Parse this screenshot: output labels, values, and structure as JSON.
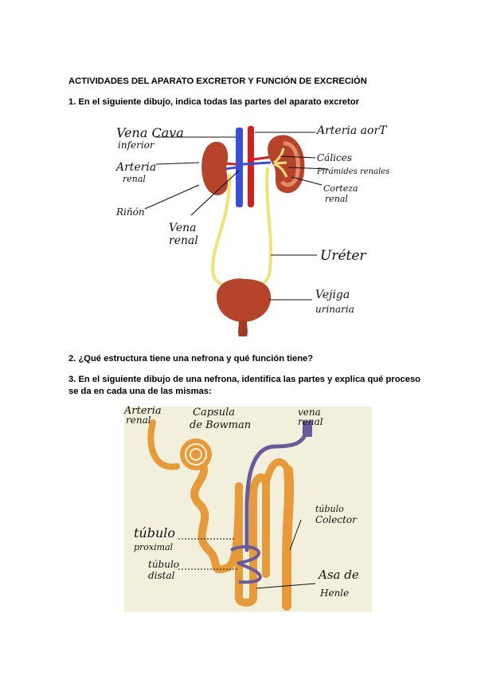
{
  "document": {
    "title": "ACTIVIDADES DEL APARATO EXCRETOR Y FUNCIÓN DE EXCRECIÓN",
    "q1": "1. En el siguiente dibujo, indica todas las partes del aparato excretor",
    "q2": "2. ¿Qué estructura tiene una nefrona y qué función tiene?",
    "q3_line1": "3. En el siguiente dibujo de una nefrona, identifica las partes y explica qué proceso",
    "q3_line2": "se da en cada una de las mismas:"
  },
  "excretor_labels": {
    "vena_cava_1": "Vena Cava",
    "vena_cava_2": "inferior",
    "arteria_aort": "Arteria aorT",
    "arteria_renal_1": "Arteria",
    "arteria_renal_2": "renal",
    "calices": "Cálices",
    "piramides": "Pirámides renales",
    "corteza_1": "Corteza",
    "corteza_2": "renal",
    "rinon": "Riñón",
    "vena_renal_1": "Vena",
    "vena_renal_2": "renal",
    "ureter": "Uréter",
    "vejiga_1": "Vejiga",
    "vejiga_2": "urinaria"
  },
  "nefrona_labels": {
    "arteria_renal_1": "Arteria",
    "arteria_renal_2": "renal",
    "capsula_1": "Capsula",
    "capsula_2": "de Bowman",
    "vena_renal_1": "vena",
    "vena_renal_2": "renal",
    "tubulo_colector_1": "túbulo",
    "tubulo_colector_2": "Colector",
    "tubulo_proximal_1": "túbulo",
    "tubulo_proximal_2": "proximal",
    "tubulo_distal_1": "túbulo",
    "tubulo_distal_2": "distal",
    "asa_1": "Asa de",
    "asa_2": "Henle"
  },
  "colors": {
    "vein": "#3a4fd8",
    "artery": "#d42020",
    "kidney": "#b5442a",
    "ureter": "#efe27a",
    "nephron": "#e79a3a",
    "nephron_vein": "#6a5a9a"
  }
}
